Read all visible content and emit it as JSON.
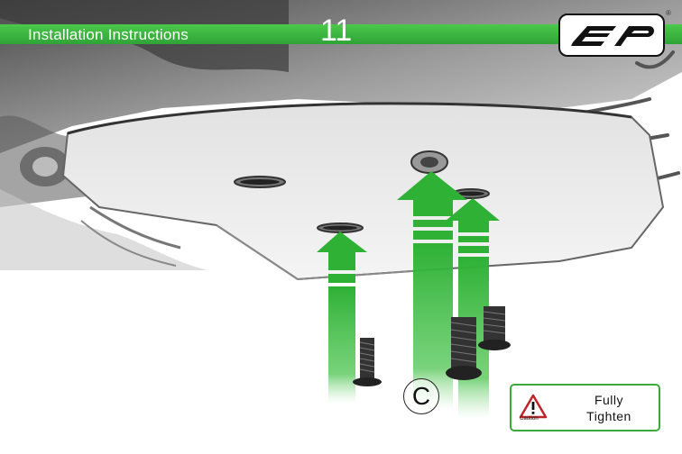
{
  "header": {
    "title": "Installation Instructions",
    "page_number": "11",
    "logo_icon": "ep-logo-icon",
    "registered_mark": "®",
    "bar_color": "#3cb843"
  },
  "figure": {
    "step_label": "C",
    "arrow_color": "#2eb135"
  },
  "caution": {
    "icon": "warning-triangle-icon",
    "icon_caption": "Caution",
    "line1": "Fully",
    "line2": "Tighten",
    "border_color": "#3aaa3a"
  }
}
